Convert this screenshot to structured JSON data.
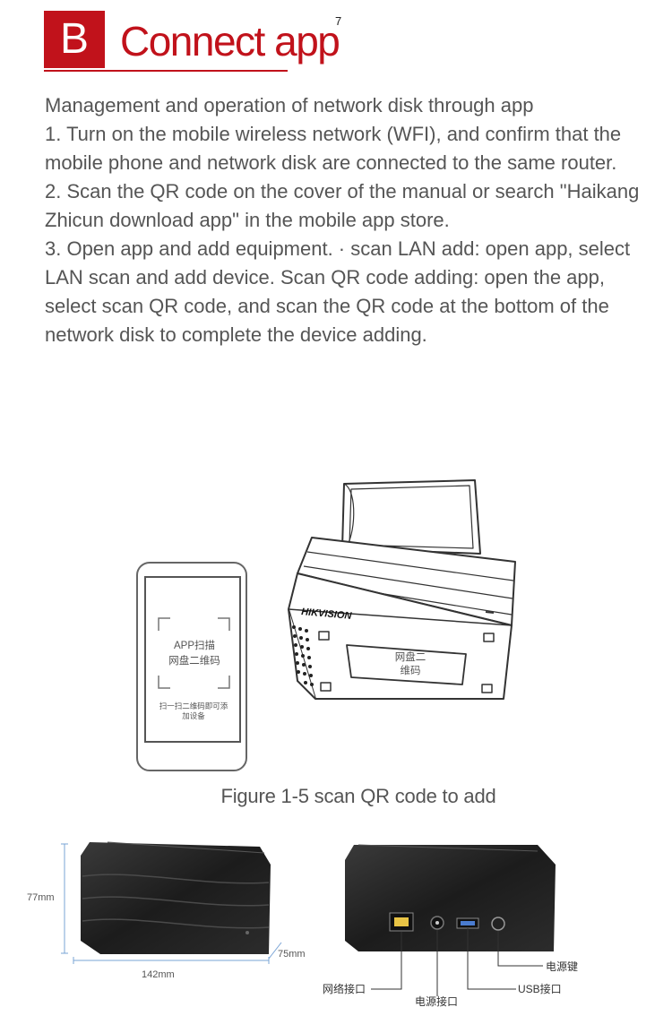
{
  "header": {
    "badge": "B",
    "title": "Connect app",
    "superscript": "7"
  },
  "body": {
    "paragraphs": [
      "Management and operation of network disk through app",
      "1. Turn on the mobile wireless network (WFI), and confirm that the mobile phone and network disk are connected to the same router.",
      "2. Scan the QR code on the cover of the manual or search \"Haikang Zhicun download app\" in the mobile app store.",
      "3. Open app and add equipment. · scan LAN add: open app, select LAN scan and add device. Scan QR code adding: open the app, select scan QR code, and scan the QR code at the bottom of the network disk to complete the device adding."
    ]
  },
  "figure_1_5": {
    "caption": "Figure 1-5 scan QR code to add",
    "phone": {
      "scan_line1": "APP扫描",
      "scan_line2": "网盘二维码",
      "hint_line1": "扫一扫二维码即可添",
      "hint_line2": "加设备"
    },
    "device": {
      "brand": "HIKVISION",
      "label_line1": "网盘二",
      "label_line2": "维码"
    }
  },
  "dimensions": {
    "height": "77mm",
    "width": "142mm",
    "depth": "75mm"
  },
  "ports": {
    "network": "网络接口",
    "power_port": "电源接口",
    "usb": "USB接口",
    "power_button": "电源键"
  },
  "colors": {
    "accent": "#c1121b",
    "text": "#555555",
    "dimension_line": "#7aa4d6"
  }
}
